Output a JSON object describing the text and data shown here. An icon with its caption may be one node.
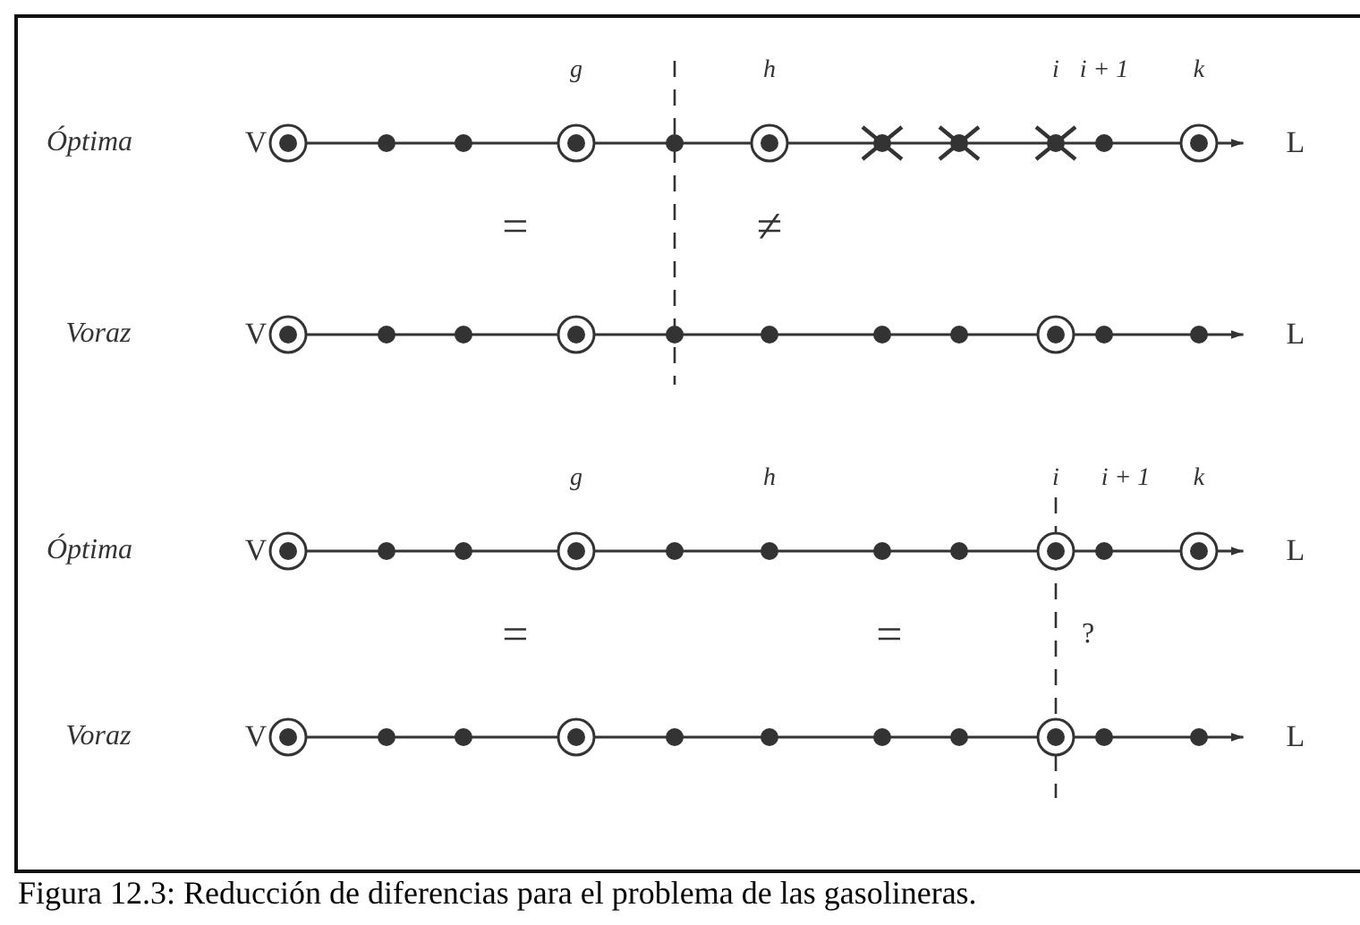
{
  "diagram": {
    "caption": "Figura 12.3: Reducción de diferencias para el problema de las gasolineras.",
    "nodes": [
      {
        "text": [
          "V"
        ]
      },
      {
        "text": [
          "L"
        ]
      },
      {
        "text": [
          "V"
        ]
      },
      {
        "text": [
          "L"
        ]
      },
      {
        "text": [
          "V"
        ]
      },
      {
        "text": [
          "L"
        ]
      },
      {
        "text": [
          "V"
        ]
      },
      {
        "text": [
          "L"
        ]
      }
    ],
    "edges": [
      {
        "from": 0,
        "to": 1,
        "arrow": "to"
      },
      {
        "from": 2,
        "to": 3,
        "arrow": "to"
      },
      {
        "from": 4,
        "to": 5,
        "arrow": "to"
      },
      {
        "from": 6,
        "to": 7,
        "arrow": "to"
      }
    ],
    "labels": [
      "g",
      "h",
      "i",
      "i + 1",
      "k",
      "Óptima",
      "=",
      "≠",
      "Voraz",
      "g",
      "h",
      "i",
      "i + 1",
      "k",
      "Óptima",
      "=",
      "=",
      "?",
      "Voraz"
    ]
  }
}
